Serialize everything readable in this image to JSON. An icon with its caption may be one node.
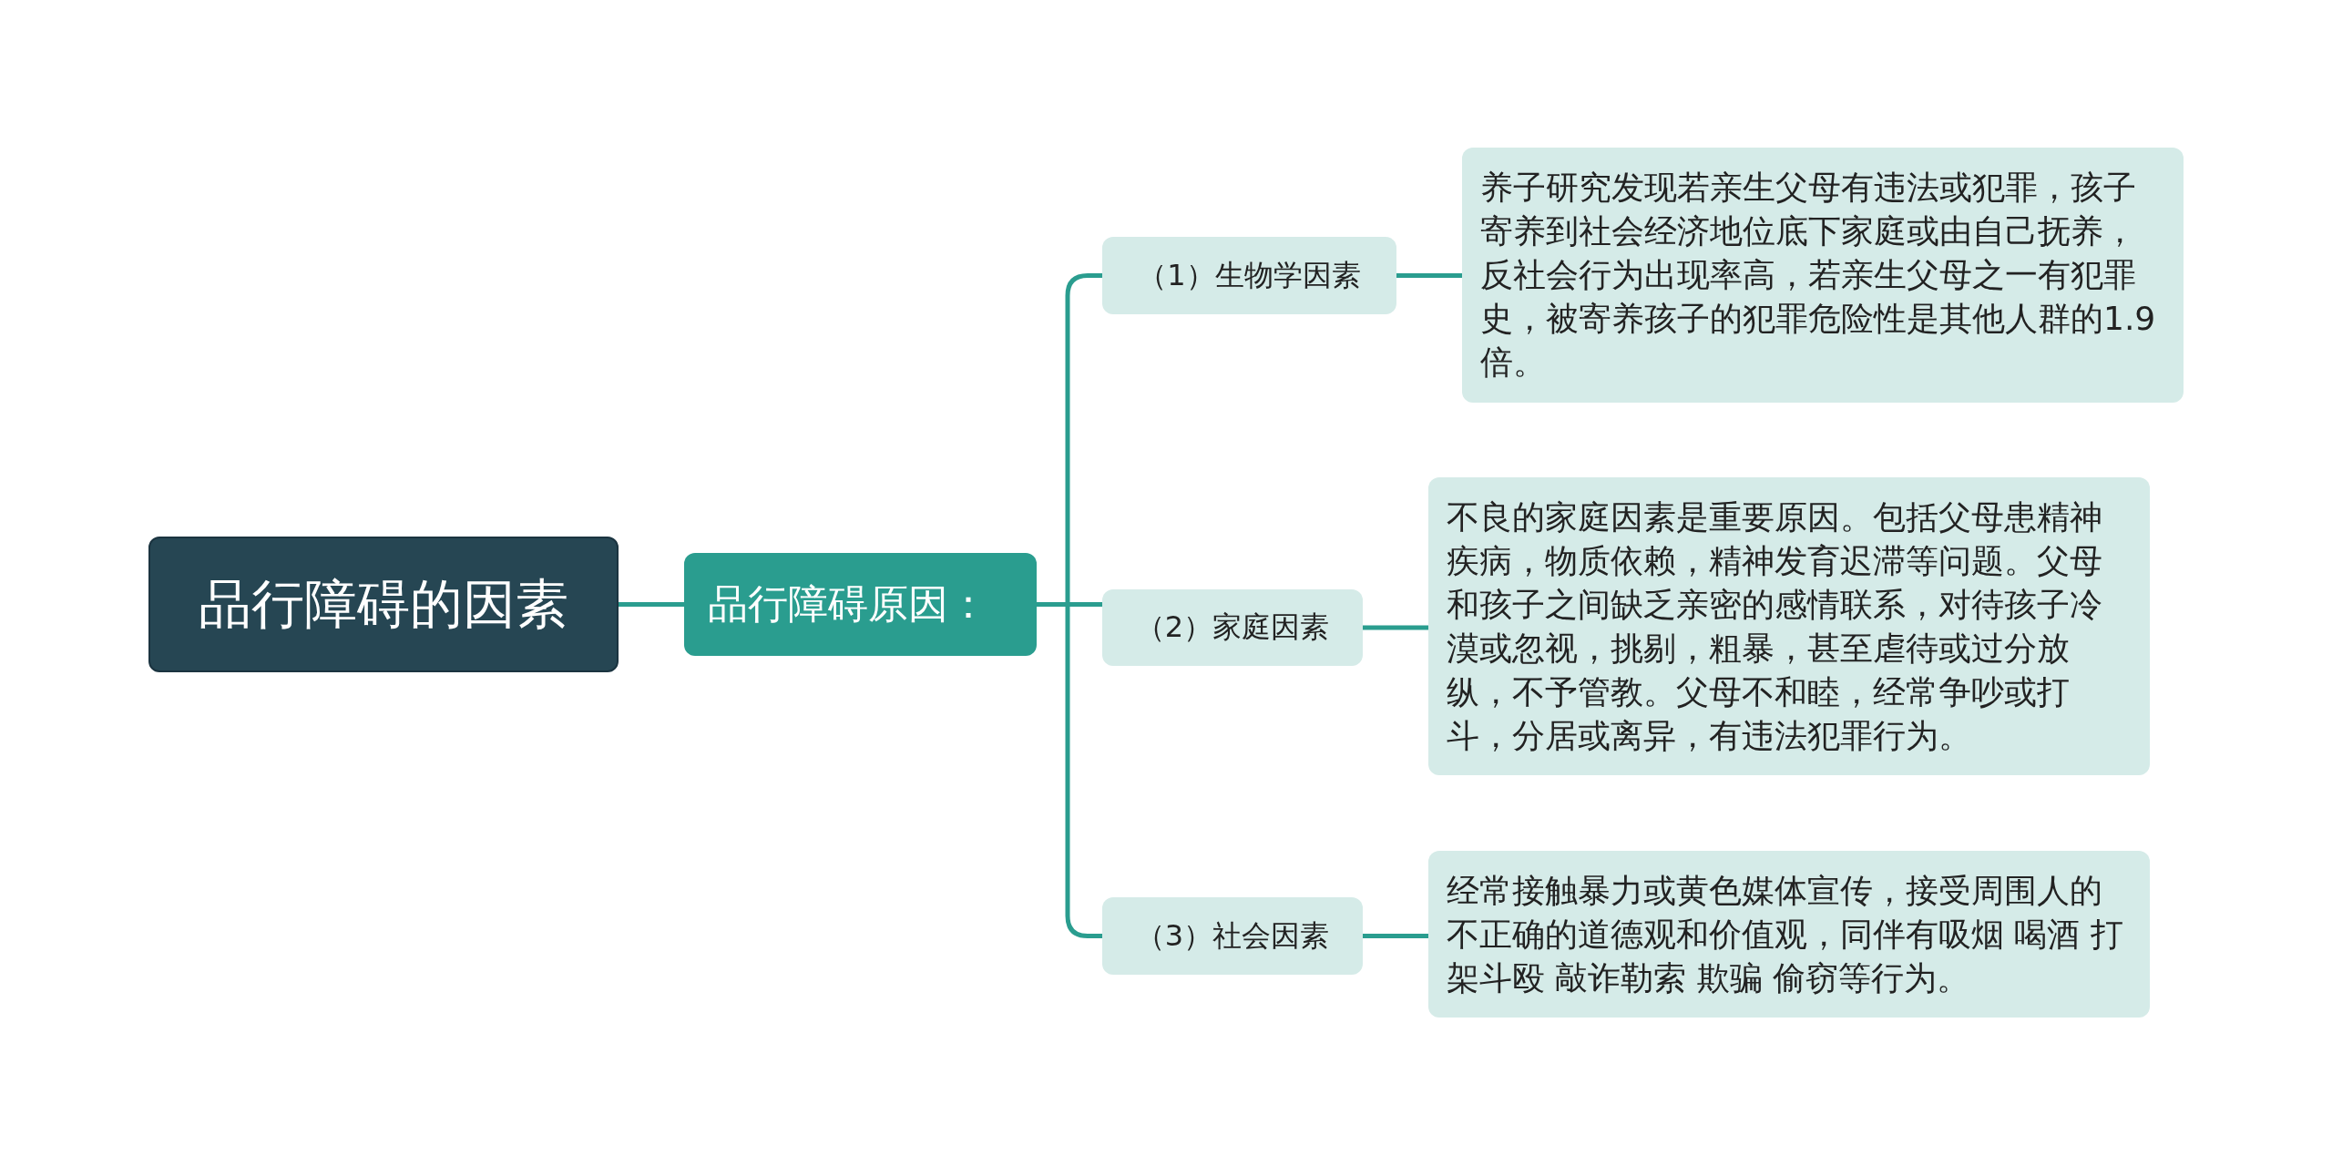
{
  "diagram": {
    "nodes": [
      {
        "text": [
          "品行障碍的因素"
        ]
      },
      {
        "text": [
          "品行障碍原因："
        ]
      },
      {
        "text": [
          "（1）生物学因素"
        ]
      },
      {
        "text": [
          "养子研究发现若亲生父母有违法或犯罪，孩子寄养到社会经济地位底下家庭或由自己抚养，反社会行为出现率高，若亲生父母之一有犯罪史，被寄养孩子的犯罪危险性是其他人群的1.9倍。"
        ]
      },
      {
        "text": [
          "（2）家庭因素"
        ]
      },
      {
        "text": [
          "不良的家庭因素是重要原因。包括父母患精神疾病，物质依赖，精神发育迟滞等问题。父母和孩子之间缺乏亲密的感情联系，对待孩子冷漠或忽视，挑剔，粗暴，甚至虐待或过分放纵，不予管教。父母不和睦，经常争吵或打斗，分居或离异，有违法犯罪行为。"
        ]
      },
      {
        "text": [
          "（3）社会因素"
        ]
      },
      {
        "text": [
          "经常接触暴力或黄色媒体宣传，接受周围人的不正确的道德观和价值观，同伴有吸烟 喝酒 打架斗殴 敲诈勒索 欺骗 偷窃等行为。"
        ]
      }
    ],
    "edges": [
      {
        "from": 0,
        "to": 1,
        "arrow": "none"
      },
      {
        "from": 1,
        "to": 2,
        "arrow": "none"
      },
      {
        "from": 1,
        "to": 4,
        "arrow": "none"
      },
      {
        "from": 1,
        "to": 6,
        "arrow": "none"
      },
      {
        "from": 2,
        "to": 3,
        "arrow": "none"
      },
      {
        "from": 4,
        "to": 5,
        "arrow": "none"
      },
      {
        "from": 6,
        "to": 7,
        "arrow": "none"
      }
    ]
  }
}
